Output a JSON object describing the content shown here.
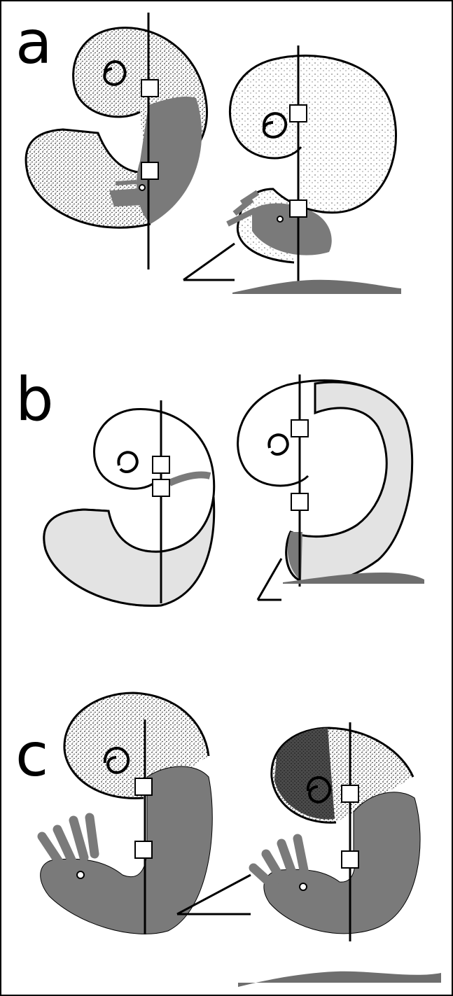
{
  "figure": {
    "panels": [
      {
        "label": "a"
      },
      {
        "label": "b"
      },
      {
        "label": "c"
      }
    ]
  },
  "colors": {
    "shell_fill": "#ffffff",
    "shell_stipple": "#000000",
    "soft_tissue": "#7a7a7a",
    "soft_tissue_light": "#e3e3e3",
    "muscle_dark": "#4a4a4a",
    "ground": "#6e6e6e",
    "outline": "#000000",
    "frame": "#000000"
  }
}
